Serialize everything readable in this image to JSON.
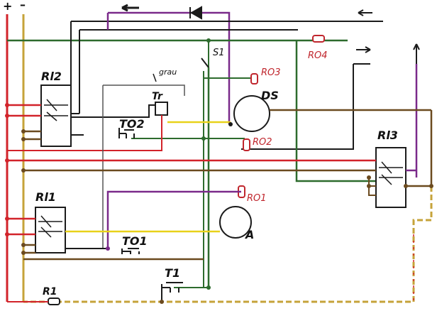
{
  "rails": {
    "plus": "+",
    "minus": "–"
  },
  "components": {
    "relay_12": "Rl2",
    "relay_11": "Rl1",
    "relay_13": "Rl3",
    "transformer": "Tr",
    "button_t02": "TO2",
    "button_t01": "TO1",
    "button_t1": "T1",
    "switch_s1": "S1",
    "lamp_ds": "DS",
    "lamp_a": "A",
    "resistor_r1": "R1"
  },
  "resistors_red": {
    "r03": "RO3",
    "r04": "RO4",
    "r02": "RO2",
    "r01": "RO1"
  },
  "notes": {
    "grau": "grau"
  },
  "colors": {
    "red": "#d2232a",
    "brown": "#6b4a1f",
    "green": "#2d6b2d",
    "purple": "#7a2a8a",
    "black": "#1b1b1b",
    "yellow": "#e8d21a",
    "ochre": "#c6a33a",
    "gray": "#555555"
  }
}
